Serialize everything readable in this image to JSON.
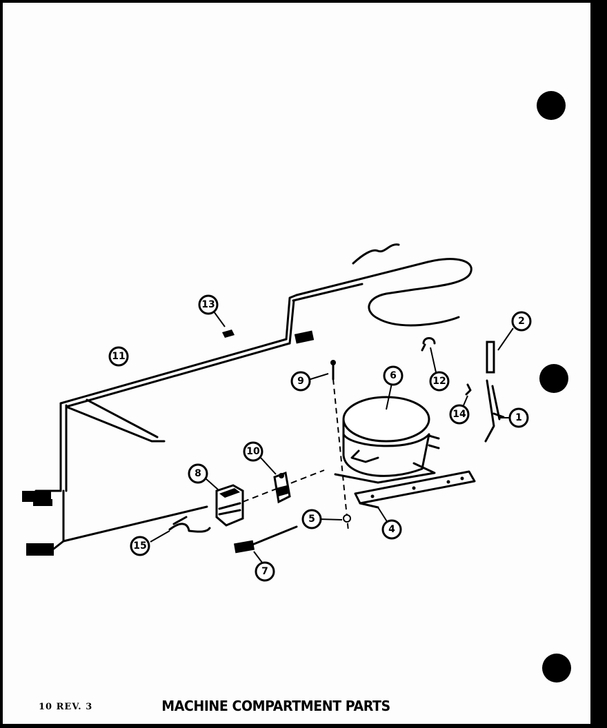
{
  "title": "MACHINE COMPARTMENT PARTS",
  "footer_code": "10 REV. 3",
  "callouts": [
    "1",
    "2",
    "4",
    "5",
    "6",
    "7",
    "8",
    "9",
    "10",
    "11",
    "12",
    "13",
    "14",
    "15"
  ]
}
